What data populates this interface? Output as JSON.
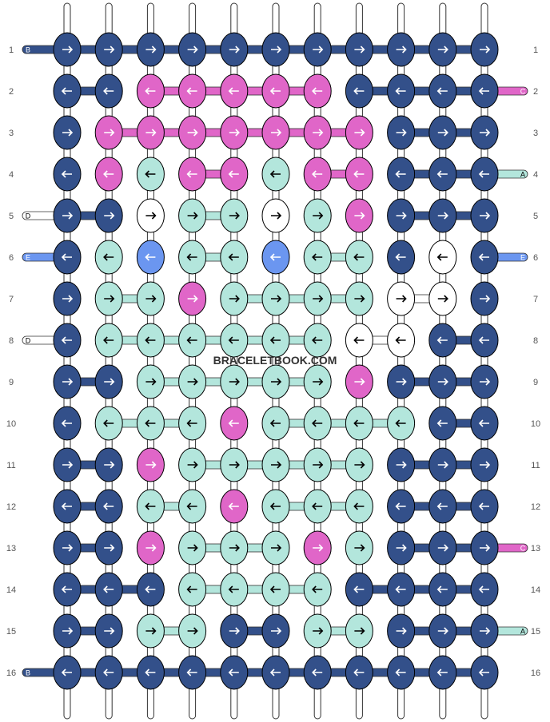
{
  "watermark": "BRACELETBOOK.COM",
  "colors": {
    "B": "#33508a",
    "C": "#e066c8",
    "A": "#b3e6dc",
    "D": "#ffffff",
    "E": "#6b96f0"
  },
  "row_labels": [
    "1",
    "2",
    "3",
    "4",
    "5",
    "6",
    "7",
    "8",
    "9",
    "10",
    "11",
    "12",
    "13",
    "14",
    "15",
    "16"
  ],
  "strands_left": [
    {
      "row": 1,
      "letter": "B"
    },
    {
      "row": 5,
      "letter": "D"
    },
    {
      "row": 6,
      "letter": "E"
    },
    {
      "row": 8,
      "letter": "D"
    },
    {
      "row": 16,
      "letter": "B"
    }
  ],
  "strands_right": [
    {
      "row": 2,
      "letter": "C"
    },
    {
      "row": 4,
      "letter": "A"
    },
    {
      "row": 6,
      "letter": "E"
    },
    {
      "row": 13,
      "letter": "C"
    },
    {
      "row": 15,
      "letter": "A"
    }
  ],
  "knots": [
    "BBBBBBBBBBB",
    "BBCCCCCBBBB",
    "BCCCCCCCBBB",
    "BCACCACCBBB",
    "BBDAADACBBB",
    "BAEAAEAABDB",
    "BAACAAAADDB",
    "BAAAAAADDBB",
    "BBAAAAACBBB",
    "BAAACAAAABB",
    "BBCAAAAABBB",
    "BBAACAAABBB",
    "BBCAAACABBB",
    "BBBAAAABBBB",
    "BBAABBAABBB",
    "BBBBBBBBBBB"
  ],
  "directions": [
    "RRRRRRRRRRR",
    "LLLLLLLLLLL",
    "RRRRRRRRRRR",
    "LLLLLLLLLLL",
    "RRRRRRRRRRR",
    "LLLLLLLLLLL",
    "RRRRRRRRRRR",
    "LLLLLLLLLLL",
    "RRRRRRRRRRR",
    "LLLLLLLLLLL",
    "RRRRRRRRRRR",
    "LLLLLLLLLLL",
    "RRRRRRRRRRR",
    "LLLLLLLLLLL",
    "RRRRRRRRRRR",
    "LLLLLLLLLLL"
  ]
}
